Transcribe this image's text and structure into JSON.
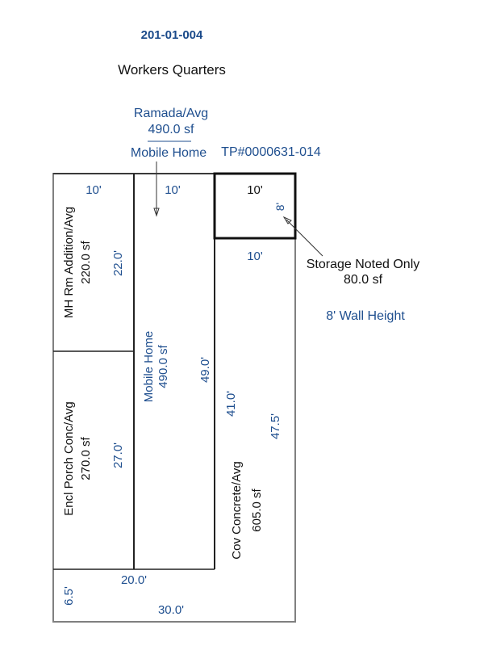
{
  "header": {
    "parcel_id": "201-01-004",
    "title": "Workers Quarters"
  },
  "callouts": {
    "ramada_label": "Ramada/Avg",
    "ramada_area": "490.0 sf",
    "ramada_sub": "Mobile Home",
    "tp_number": "TP#0000631-014",
    "storage_label": "Storage Noted Only",
    "storage_area": "80.0 sf",
    "wall_height": "8' Wall Height"
  },
  "areas": {
    "mh_addition": {
      "label": "MH Rm Addition/Avg",
      "area": "220.0 sf",
      "width_dim": "10'",
      "height_dim": "22.0'"
    },
    "encl_porch": {
      "label": "Encl Porch Conc/Avg",
      "area": "270.0 sf",
      "height_dim": "27.0'"
    },
    "mobile_home": {
      "label": "Mobile Home",
      "area": "490.0 sf",
      "width_dim": "10'",
      "height_dim": "49.0'"
    },
    "storage": {
      "width_dim": "10'",
      "height_dim": "8'"
    },
    "cov_concrete": {
      "label": "Cov Concrete/Avg",
      "area": "605.0 sf",
      "top_dim": "10'",
      "inner_dim": "41.0'",
      "outer_dim": "47.5'",
      "bottom_dim": "30.0'",
      "left_dim": "6.5'",
      "inner_bottom_dim": "20.0'"
    }
  },
  "colors": {
    "dim_blue": "#1f4f8f",
    "title_blue": "#1a4a8a",
    "outline_gray": "#808080"
  }
}
